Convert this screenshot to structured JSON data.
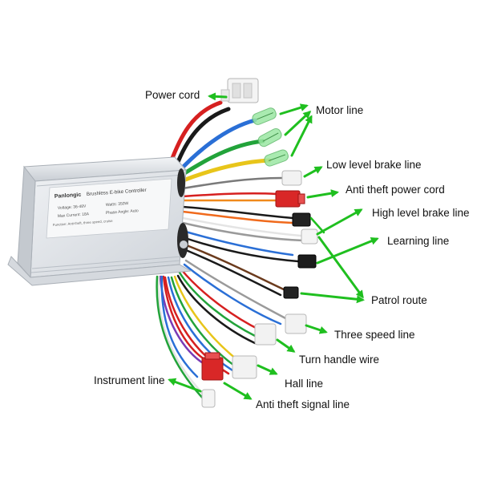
{
  "device": {
    "brand": "Panlongic",
    "title": "Brushless E-bike Controller",
    "voltage": "Voltage: 36-48V",
    "watts": "Watts: 350W",
    "max_current": "Max Current: 18A",
    "phase_angle": "Phase Angle: Auto",
    "functions": "Function: Anti-theft, three speed, cruise"
  },
  "labels": {
    "power_cord": "Power cord",
    "motor_line": "Motor line",
    "low_brake": "Low level brake line",
    "anti_theft_power": "Anti theft power cord",
    "high_brake": "High level brake line",
    "learning": "Learning line",
    "patrol": "Patrol route",
    "three_speed": "Three speed line",
    "turn_handle": "Turn handle wire",
    "hall": "Hall line",
    "instrument": "Instrument line",
    "anti_theft_signal": "Anti theft signal line"
  },
  "colors": {
    "arrow": "#1fbf1f",
    "housing": "#d9dde2",
    "housing_dark": "#aeb4bb"
  }
}
